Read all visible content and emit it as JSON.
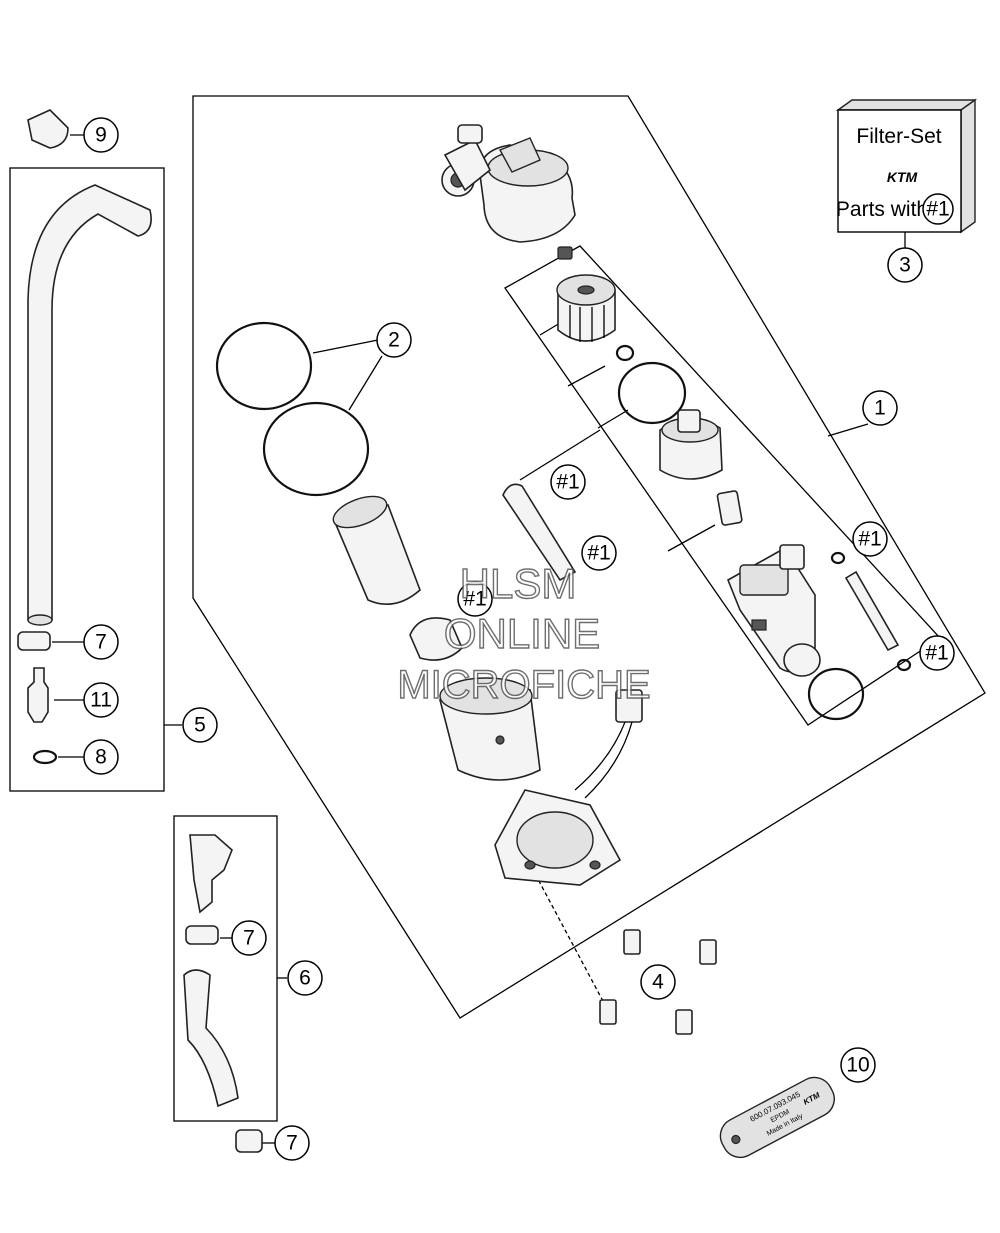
{
  "callouts": [
    {
      "id": "1",
      "label": "1"
    },
    {
      "id": "2",
      "label": "2"
    },
    {
      "id": "3",
      "label": "3"
    },
    {
      "id": "4",
      "label": "4"
    },
    {
      "id": "5",
      "label": "5"
    },
    {
      "id": "6",
      "label": "6"
    },
    {
      "id": "7a",
      "label": "7"
    },
    {
      "id": "7b",
      "label": "7"
    },
    {
      "id": "7c",
      "label": "7"
    },
    {
      "id": "8",
      "label": "8"
    },
    {
      "id": "9",
      "label": "9"
    },
    {
      "id": "10",
      "label": "10"
    },
    {
      "id": "11",
      "label": "11"
    }
  ],
  "kit_refs": [
    {
      "id": "k1",
      "label": "#1"
    },
    {
      "id": "k2",
      "label": "#1"
    },
    {
      "id": "k3",
      "label": "#1"
    },
    {
      "id": "k4",
      "label": "#1"
    },
    {
      "id": "k5",
      "label": "#1"
    }
  ],
  "filter_set_box": {
    "title": "Filter-Set",
    "brand": "KTM",
    "parts_with": "Parts with",
    "kit_ref": "#1"
  },
  "decal": {
    "line1": "600.07.093.045",
    "line2": "EPDM",
    "line3": "Made in Italy",
    "brand": "KTM"
  },
  "watermark": {
    "line1": "HLSM",
    "line2": "ONLINE",
    "line3": "MICROFICHE"
  }
}
